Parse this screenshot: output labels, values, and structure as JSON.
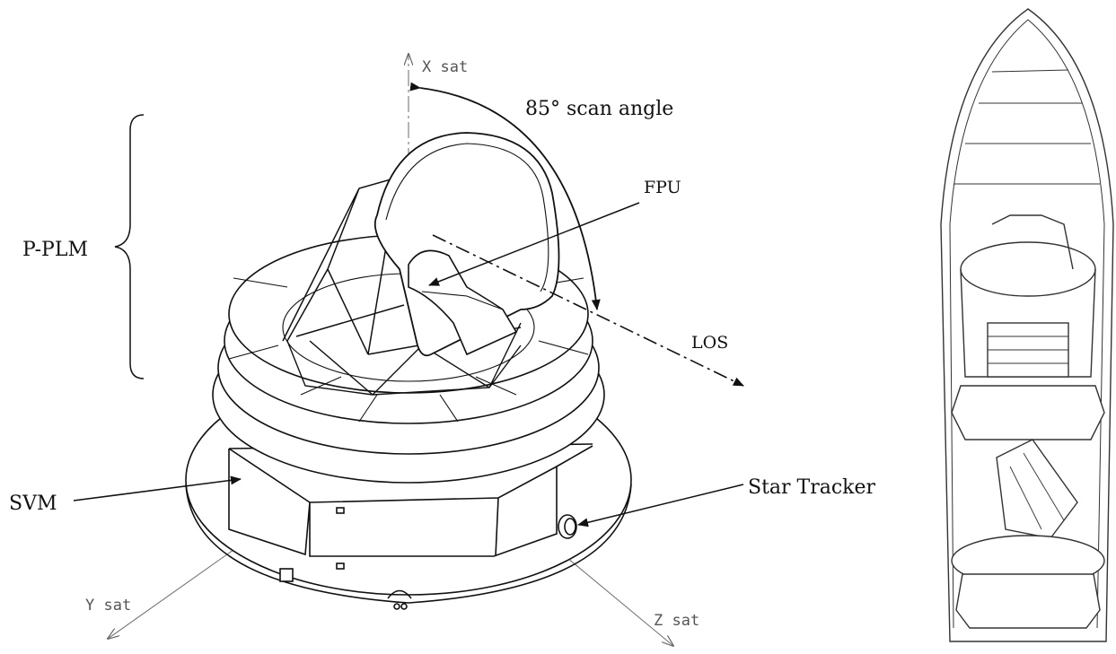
{
  "labels": {
    "x_axis": "X sat",
    "y_axis": "Y sat",
    "z_axis": "Z sat",
    "scan_angle": "85° scan angle",
    "fpu": "FPU",
    "p_plm": "P-PLM",
    "los": "LOS",
    "svm": "SVM",
    "star_tracker": "Star Tracker"
  },
  "colors": {
    "line": "#111111",
    "axis": "#777777",
    "fairing": "#333333"
  }
}
